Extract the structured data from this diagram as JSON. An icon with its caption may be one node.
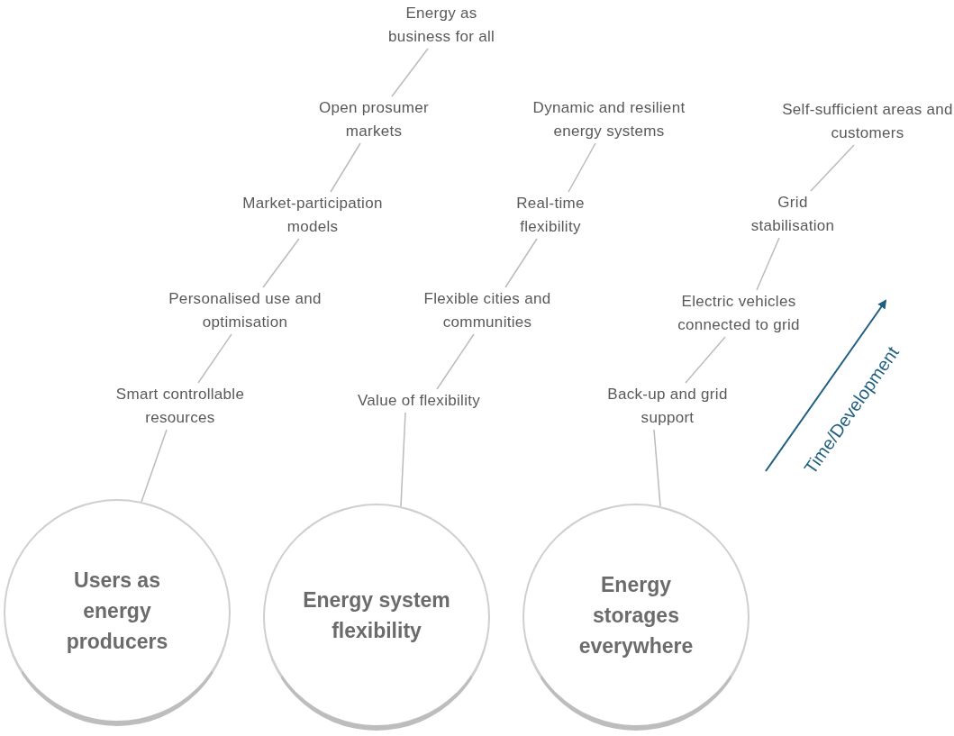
{
  "diagram": {
    "nodes": [
      {
        "text": [
          "Users as energy producers"
        ]
      },
      {
        "text": [
          "Smart controllable resources"
        ]
      },
      {
        "text": [
          "Personalised use and optimisation"
        ]
      },
      {
        "text": [
          "Market-participation models"
        ]
      },
      {
        "text": [
          "Open prosumer markets"
        ]
      },
      {
        "text": [
          "Energy as business for all"
        ]
      },
      {
        "text": [
          "Energy system flexibility"
        ]
      },
      {
        "text": [
          "Value of flexibility"
        ]
      },
      {
        "text": [
          "Flexible cities and communities"
        ]
      },
      {
        "text": [
          "Real-time flexibility"
        ]
      },
      {
        "text": [
          "Dynamic and resilient energy systems"
        ]
      },
      {
        "text": [
          "Energy storages everywhere"
        ]
      },
      {
        "text": [
          "Back-up and grid support"
        ]
      },
      {
        "text": [
          "Electric vehicles connected to grid"
        ]
      },
      {
        "text": [
          "Grid stabilisation"
        ]
      },
      {
        "text": [
          "Self-sufficient areas and customers"
        ]
      }
    ],
    "edges": [
      {
        "from": 0,
        "to": 1,
        "arrow": "none"
      },
      {
        "from": 1,
        "to": 2,
        "arrow": "none"
      },
      {
        "from": 2,
        "to": 3,
        "arrow": "none"
      },
      {
        "from": 3,
        "to": 4,
        "arrow": "none"
      },
      {
        "from": 4,
        "to": 5,
        "arrow": "none"
      },
      {
        "from": 6,
        "to": 7,
        "arrow": "none"
      },
      {
        "from": 7,
        "to": 8,
        "arrow": "none"
      },
      {
        "from": 8,
        "to": 9,
        "arrow": "none"
      },
      {
        "from": 9,
        "to": 10,
        "arrow": "none"
      },
      {
        "from": 11,
        "to": 12,
        "arrow": "none"
      },
      {
        "from": 12,
        "to": 13,
        "arrow": "none"
      },
      {
        "from": 13,
        "to": 14,
        "arrow": "none"
      },
      {
        "from": 14,
        "to": 15,
        "arrow": "none"
      }
    ],
    "labels": [
      "Time/Development"
    ]
  }
}
